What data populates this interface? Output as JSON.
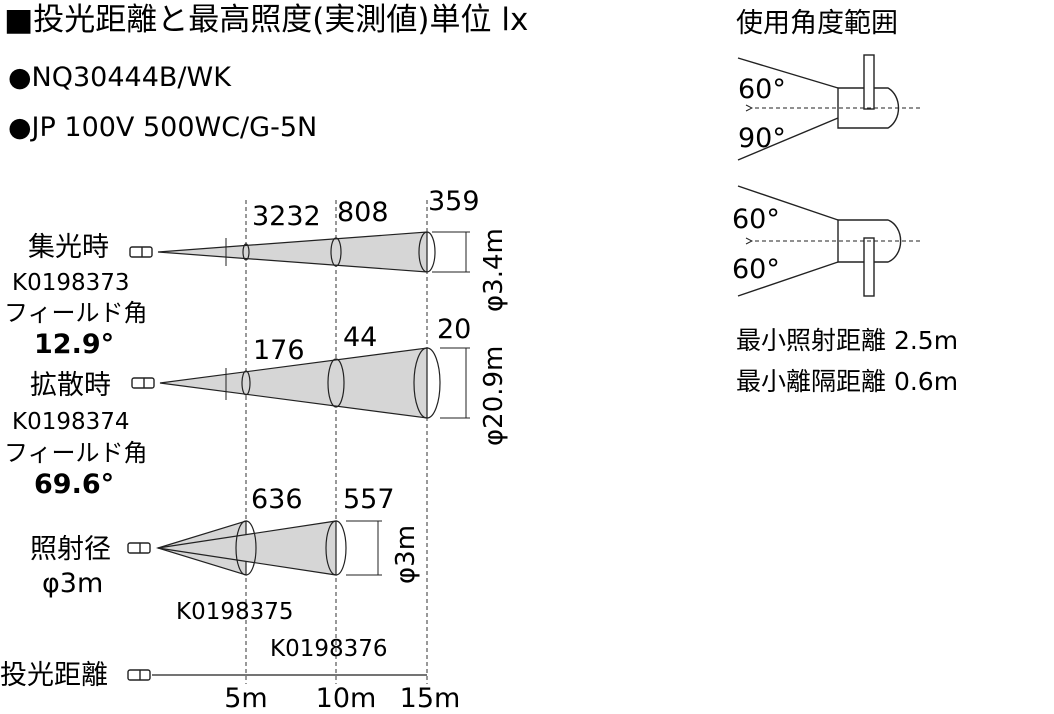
{
  "header": {
    "title": "■投光距離と最高照度(実測値)単位 lx",
    "model_1": "●NQ30444B/WK",
    "model_2": "●JP 100V 500WC/G-5N"
  },
  "spot": {
    "label": "集光時",
    "code": "K0198373",
    "field_label": "フィールド角",
    "field_value": "12.9°",
    "lux_5m": "3232",
    "lux_10m": "808",
    "lux_15m": "359",
    "diameter": "φ3.4m"
  },
  "flood": {
    "label": "拡散時",
    "code": "K0198374",
    "field_label": "フィールド角",
    "field_value": "69.6°",
    "lux_5m": "176",
    "lux_10m": "44",
    "lux_15m": "20",
    "diameter": "φ20.9m"
  },
  "diameter_row": {
    "label_1": "照射径",
    "label_2": "φ3m",
    "lux_5m": "636",
    "lux_10m": "557",
    "diameter": "φ3m",
    "code_5m": "K0198375",
    "code_10m": "K0198376"
  },
  "axis": {
    "label": "投光距離",
    "tick_5": "5m",
    "tick_10": "10m",
    "tick_15": "15m"
  },
  "angle_panel": {
    "title": "使用角度範囲",
    "top_upper": "60°",
    "top_lower": "90°",
    "bottom_upper": "60°",
    "bottom_lower": "60°",
    "min_distance": "最小照射距離 2.5m",
    "min_spacing": "最小離隔距離 0.6m"
  }
}
